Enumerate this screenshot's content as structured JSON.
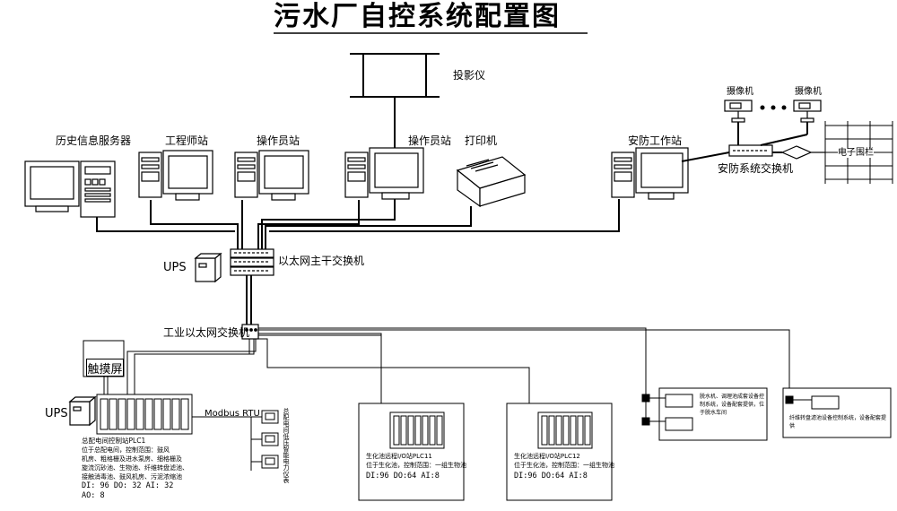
{
  "title": "污水厂自控系统配置图",
  "projector": {
    "label": "投影仪"
  },
  "stations": {
    "history_server": "历史信息服务器",
    "engineer": "工程师站",
    "operator1": "操作员站",
    "operator2": "操作员站",
    "printer": "打印机",
    "security_station": "安防工作站"
  },
  "security": {
    "camera1": "摄像机",
    "camera2": "摄像机",
    "switch": "安防系统交换机",
    "fence": "电子围栏"
  },
  "network": {
    "ups1": "UPS",
    "main_switch": "以太网主干交换机",
    "industrial_switch": "工业以太网交换机"
  },
  "plc1": {
    "touch_screen": "触摸屏",
    "ups": "UPS",
    "modbus": "Modbus RTU",
    "meter_label": "总配电间低压智能电力仪表",
    "title": "总配电间控制站PLC1",
    "desc": [
      "位于总配电间，控制范围：鼓风",
      "机房、粗格栅及进水泵房、细格栅及",
      "旋流沉砂池、生物池、纤维转盘滤池、",
      "接触消毒池、鼓风机房、污泥浓缩池"
    ],
    "io1": "DI: 96 DO: 32 AI: 32",
    "io2": "AO: 8"
  },
  "plc11": {
    "title": "生化池远程I/O站PLC11",
    "desc": "位于生化池，控制范围：一组生物池",
    "io": "DI:96  DO:64  AI:8"
  },
  "plc12": {
    "title": "生化池远程I/O站PLC12",
    "desc": "位于生化池，控制范围：一组生物池",
    "io": "DI:96  DO:64  AI:8"
  },
  "vendor1": {
    "desc": "脱水机、调理池成套设备控制系统，设备配套提供，位于脱水车间"
  },
  "vendor2": {
    "desc": "纤维转盘滤池设备控制系统，设备配套提供"
  }
}
